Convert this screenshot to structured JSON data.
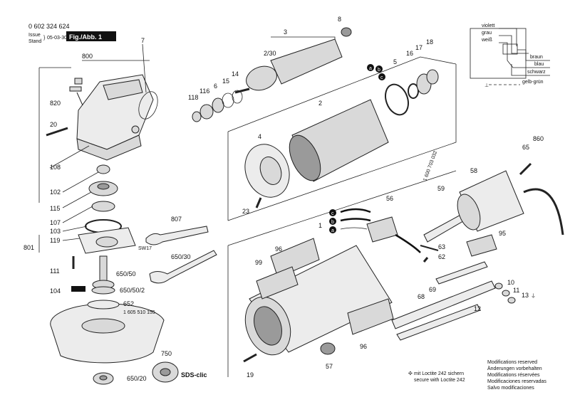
{
  "header": {
    "part_number": "0 602 324 624",
    "issue_label": "Issue",
    "stand_label": "Stand",
    "date": "05-03-30",
    "fig_label": "Fig./Abb. 1"
  },
  "wiring": {
    "colors": [
      "violett",
      "grau",
      "weiß",
      "braun",
      "blau",
      "schwarz",
      "gelb-grün"
    ]
  },
  "callouts": {
    "c800": "800",
    "c7": "7",
    "c820": "820",
    "c20": "20",
    "c108": "108",
    "c102": "102",
    "c115": "115",
    "c107": "107",
    "c103": "103",
    "c119": "119",
    "c801": "801",
    "c111": "111",
    "c104": "104",
    "c650_50": "650/50",
    "c650_50_2": "650/50/2",
    "c652": "652",
    "c652_sub": "1 605 510 155",
    "c750": "750",
    "c650_20": "650/20",
    "sds": "SDS-clic",
    "c807": "807",
    "sw17": "SW17",
    "c650_30": "650/30",
    "c3": "3",
    "c8": "8",
    "c2_30": "2/30",
    "c118": "118",
    "c116": "116",
    "c6": "6",
    "c15": "15",
    "c14": "14",
    "c2": "2",
    "c4": "4",
    "c23": "23",
    "c5": "5",
    "c16": "16",
    "c17": "17",
    "c18": "18",
    "c1": "1",
    "c96a": "96",
    "c99": "99",
    "c96b": "96",
    "c19": "19",
    "c57": "57",
    "c56": "56",
    "c59": "59",
    "c1600": "1 600 703 032",
    "c58": "58",
    "c65": "65",
    "c860": "860",
    "c95": "95",
    "c63": "63",
    "c62": "62",
    "c69": "69",
    "c68": "68",
    "c12": "12",
    "c10": "10",
    "c11": "11",
    "c13": "13",
    "wa": "a",
    "wb": "b",
    "wc": "c"
  },
  "loctite": {
    "line1": "mit Loctite 242 sichern",
    "line2": "secure with Loctite 242"
  },
  "modifications": [
    "Modifications reserved",
    "Änderungen vorbehalten",
    "Modifications réservées",
    "Modificaciones reservadas",
    "Salvo modificaciones"
  ]
}
